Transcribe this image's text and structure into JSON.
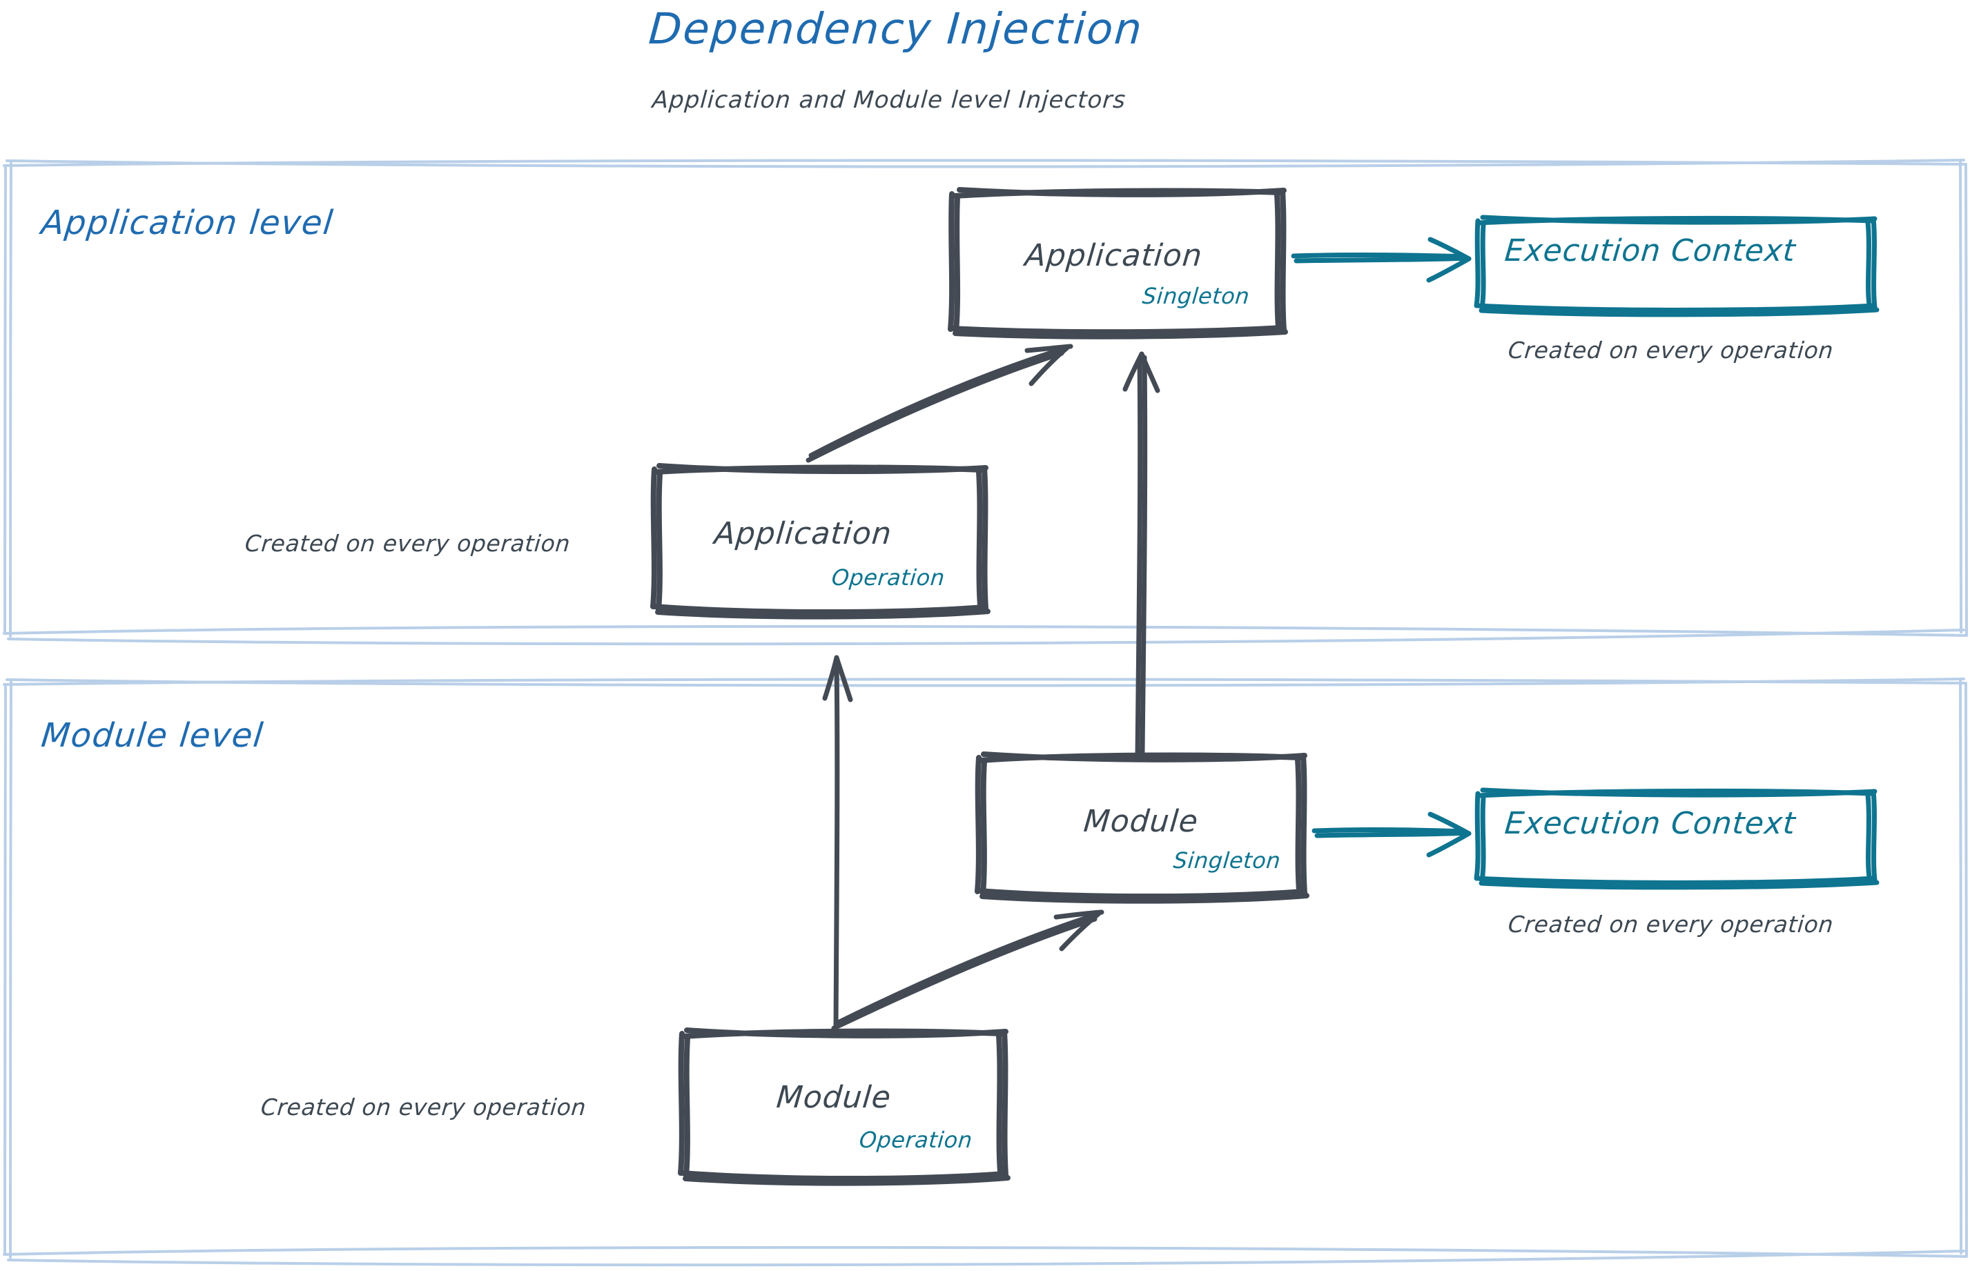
{
  "header": {
    "title": "Dependency Injection",
    "subtitle": "Application and Module level Injectors",
    "title_color": "#1f6bb0",
    "subtitle_color": "#3d4852"
  },
  "colors": {
    "container_border": "#b9cfe8",
    "box_border": "#434a54",
    "box_text": "#3d4852",
    "accent_teal": "#0e7490",
    "level_label": "#1f6bb0"
  },
  "containers": [
    {
      "label": "Application level"
    },
    {
      "label": "Module level"
    }
  ],
  "application_level": {
    "label": "Application level",
    "singleton_box": {
      "title": "Application",
      "scope": "Singleton"
    },
    "operation_box": {
      "title": "Application",
      "scope": "Operation",
      "caption": "Created on every operation"
    },
    "execution_context": {
      "title": "Execution Context",
      "caption": "Created on every operation"
    }
  },
  "module_level": {
    "label": "Module level",
    "singleton_box": {
      "title": "Module",
      "scope": "Singleton"
    },
    "operation_box": {
      "title": "Module",
      "scope": "Operation",
      "caption": "Created on every operation"
    },
    "execution_context": {
      "title": "Execution Context",
      "caption": "Created on every operation"
    }
  },
  "edges": [
    {
      "name": "app-operation-to-app-singleton",
      "from": "Application (Operation)",
      "to": "Application (Singleton)",
      "style": "double-line-arrow",
      "color": "#434a54"
    },
    {
      "name": "app-singleton-to-execution-context",
      "from": "Application (Singleton)",
      "to": "Execution Context",
      "style": "single-line-arrow",
      "color": "#0e7490"
    },
    {
      "name": "module-singleton-to-app-singleton",
      "from": "Module (Singleton)",
      "to": "Application (Singleton)",
      "style": "single-line-arrow",
      "color": "#434a54"
    },
    {
      "name": "module-operation-to-app-operation",
      "from": "Module (Operation)",
      "to": "Application (Operation)",
      "style": "single-line-arrow",
      "color": "#434a54"
    },
    {
      "name": "module-operation-to-module-singleton",
      "from": "Module (Operation)",
      "to": "Module (Singleton)",
      "style": "double-line-arrow",
      "color": "#434a54"
    },
    {
      "name": "module-singleton-to-execution-context",
      "from": "Module (Singleton)",
      "to": "Execution Context",
      "style": "single-line-arrow",
      "color": "#0e7490"
    }
  ]
}
